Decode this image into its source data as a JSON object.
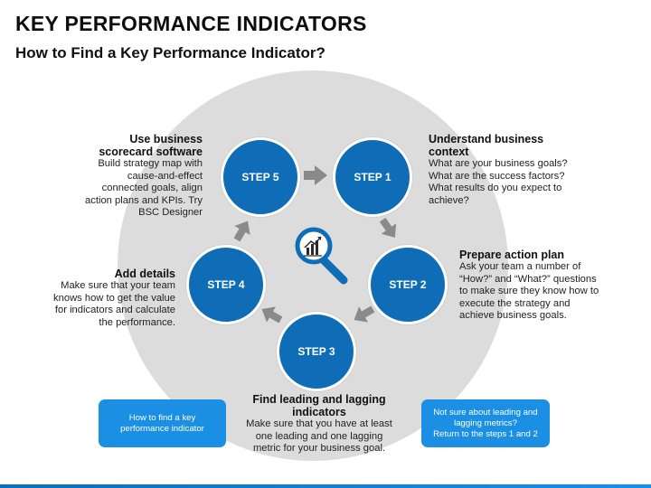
{
  "header": {
    "title": "KEY PERFORMANCE INDICATORS",
    "subtitle": "How to Find a Key Performance Indicator?"
  },
  "colors": {
    "step_fill": "#0f6db8",
    "info_box_fill": "#1a8fe3",
    "background_circle": "#dcdcdc",
    "arrow": "#8a8a8a"
  },
  "center_icon": "magnifier-chart-icon",
  "steps": {
    "step1": "STEP 1",
    "step2": "STEP 2",
    "step3": "STEP 3",
    "step4": "STEP 4",
    "step5": "STEP 5"
  },
  "descriptions": {
    "step1": {
      "heading": "Understand business context",
      "lines": [
        "What are your business goals?",
        "What are the success factors?",
        "What results do you expect to",
        "achieve?"
      ]
    },
    "step2": {
      "heading": "Prepare action plan",
      "lines": [
        "Ask your team a number of",
        "“How?” and “What?” questions",
        "to make sure they know how to",
        "execute the strategy and",
        "achieve business goals."
      ]
    },
    "step3": {
      "heading_lines": [
        "Find leading and lagging",
        "indicators"
      ],
      "lines": [
        "Make sure that you have at least",
        "one leading and one lagging",
        "metric for your business goal."
      ]
    },
    "step4": {
      "heading": "Add details",
      "lines": [
        "Make sure that your team",
        "knows how to get the value",
        "for indicators and calculate",
        "the performance."
      ]
    },
    "step5": {
      "heading_lines": [
        "Use business",
        "scorecard software"
      ],
      "lines": [
        "Build strategy map with",
        "cause-and-effect",
        "connected goals, align",
        "action plans and KPIs. Try",
        "BSC Designer"
      ]
    }
  },
  "info_boxes": {
    "left": [
      "How to find a key",
      "performance indicator"
    ],
    "right": [
      "Not sure about leading and",
      "lagging metrics?",
      "Return to the steps 1 and 2"
    ]
  }
}
